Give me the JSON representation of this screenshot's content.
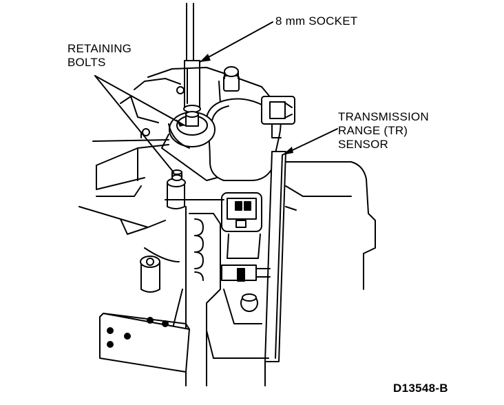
{
  "diagram": {
    "labels": {
      "socket": "8 mm SOCKET",
      "retaining_bolts_line1": "RETAINING",
      "retaining_bolts_line2": "BOLTS",
      "tr_line1": "TRANSMISSION",
      "tr_line2": "RANGE (TR)",
      "tr_line3": "SENSOR"
    },
    "figure_code": "D13548-B"
  }
}
